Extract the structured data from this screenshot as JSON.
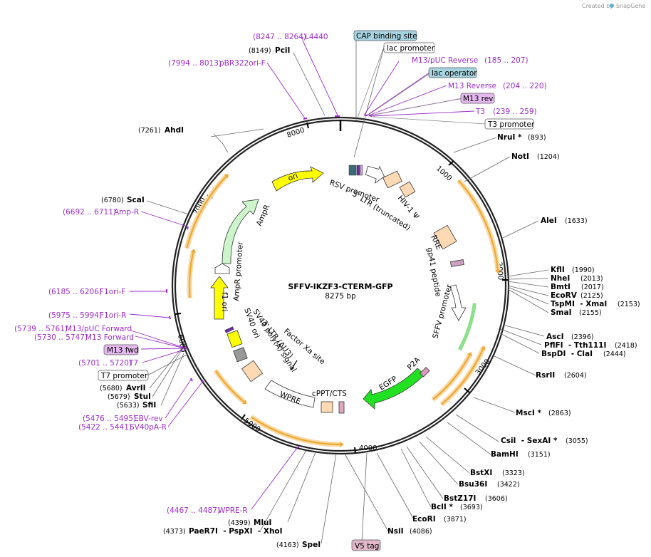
{
  "brand": {
    "created_by": "Created by",
    "app": "SnapGene"
  },
  "plasmid": {
    "name": "SFFV-IKZF3-CTERM-GFP",
    "size": "8275 bp",
    "length": 8275
  },
  "ring_ticks": [
    "1000",
    "2000",
    "3000",
    "4000",
    "5000",
    "6000",
    "7000",
    "8000"
  ],
  "sites": [
    {
      "name": "PciI",
      "pos": "(8149)",
      "bp": 8149
    },
    {
      "name": "NruI *",
      "pos": "(893)",
      "bp": 893
    },
    {
      "name": "NotI",
      "pos": "(1204)",
      "bp": 1204
    },
    {
      "name": "AleI",
      "pos": "(1633)",
      "bp": 1633
    },
    {
      "name": "KflI",
      "pos": "(1990)",
      "bp": 1990
    },
    {
      "name": "NheI",
      "pos": "(2013)",
      "bp": 2013
    },
    {
      "name": "BmtI",
      "pos": "(2017)",
      "bp": 2017
    },
    {
      "name": "EcoRV",
      "pos": "(2125)",
      "bp": 2125
    },
    {
      "name": "TspMI  - XmaI",
      "pos": "(2153)",
      "bp": 2153
    },
    {
      "name": "SmaI",
      "pos": "(2155)",
      "bp": 2155
    },
    {
      "name": "AscI",
      "pos": "(2396)",
      "bp": 2396
    },
    {
      "name": "PflFI  - Tth111I",
      "pos": "(2418)",
      "bp": 2418
    },
    {
      "name": "BspDI  - ClaI",
      "pos": "(2444)",
      "bp": 2444
    },
    {
      "name": "RsrII",
      "pos": "(2604)",
      "bp": 2604
    },
    {
      "name": "MscI *",
      "pos": "(2863)",
      "bp": 2863
    },
    {
      "name": "CsiI  - SexAI *",
      "pos": "(3055)",
      "bp": 3055
    },
    {
      "name": "BamHI",
      "pos": "(3151)",
      "bp": 3151
    },
    {
      "name": "BstXI",
      "pos": "(3323)",
      "bp": 3323
    },
    {
      "name": "Bsu36I",
      "pos": "(3422)",
      "bp": 3422
    },
    {
      "name": "BstZ17I",
      "pos": "(3606)",
      "bp": 3606
    },
    {
      "name": "BclI *",
      "pos": "(3693)",
      "bp": 3693
    },
    {
      "name": "EcoRI",
      "pos": "(3871)",
      "bp": 3871
    },
    {
      "name": "NsiI",
      "pos": "(4086)",
      "bp": 4086
    },
    {
      "name": "SpeI",
      "pos": "(4163)",
      "bp": 4163
    },
    {
      "name": "PaeR7I  - PspXI  - XhoI",
      "pos": "(4373)",
      "bp": 4373
    },
    {
      "name": "MluI",
      "pos": "(4399)",
      "bp": 4399
    },
    {
      "name": "SfiI",
      "pos": "(5633)",
      "bp": 5633
    },
    {
      "name": "StuI",
      "pos": "(5679)",
      "bp": 5679
    },
    {
      "name": "AvrII",
      "pos": "(5680)",
      "bp": 5680
    },
    {
      "name": "ScaI",
      "pos": "(6780)",
      "bp": 6780
    },
    {
      "name": "AhdI",
      "pos": "(7261)",
      "bp": 7261
    }
  ],
  "primers": [
    {
      "name": "L4440",
      "pos": "(8247 .. 8264)"
    },
    {
      "name": "pBR322ori-F",
      "pos": "(7994 .. 8013)"
    },
    {
      "name": "M13/pUC Reverse",
      "pos": "(185 .. 207)"
    },
    {
      "name": "M13 Reverse",
      "pos": "(204 .. 220)"
    },
    {
      "name": "T3",
      "pos": "(239 .. 259)"
    },
    {
      "name": "Amp-R",
      "pos": "(6692 .. 6711)"
    },
    {
      "name": "F1ori-F",
      "pos": "(6185 .. 6206)"
    },
    {
      "name": "F1ori-R",
      "pos": "(5975 .. 5994)"
    },
    {
      "name": "M13/pUC Forward",
      "pos": "(5739 .. 5761)"
    },
    {
      "name": "M13 Forward",
      "pos": "(5730 .. 5747)"
    },
    {
      "name": "T7",
      "pos": "(5701 .. 5720)"
    },
    {
      "name": "EBV-rev",
      "pos": "(5476 .. 5495)"
    },
    {
      "name": "SV40pA-R",
      "pos": "(5422 .. 5441)"
    },
    {
      "name": "WPRE-R",
      "pos": "(4467 .. 4487)"
    }
  ],
  "boxed": {
    "cap_binding_site": "CAP binding site",
    "lac_promoter": "lac promoter",
    "lac_operator": "lac operator",
    "m13_rev": "M13 rev",
    "t3_promoter": "T3 promoter",
    "m13_fwd": "M13 fwd",
    "t7_promoter": "T7 promoter",
    "v5_tag": "V5 tag"
  },
  "features": {
    "ori": "ori",
    "ampr": "AmpR",
    "ampr_promoter": "AmpR promoter",
    "f1_ori": "f1 ori",
    "sv40_ori": "SV40 ori",
    "sv40_polya": "SV40 poly(A) signal",
    "ltr_3": "3' LTR (ΔU3)",
    "factor_xa": "Factor Xa site",
    "wpre": "WPRE",
    "cppt": "cPPT/CTS",
    "egfp": "EGFP",
    "p2a": "P2A",
    "sffv": "SFFV promoter",
    "gp41": "gp41 peptide",
    "rre": "RRE",
    "hiv_psi": "HIV-1 Ψ",
    "ltr_5": "5' LTR (truncated)",
    "rsv": "RSV promoter"
  },
  "colors": {
    "primer": "#9b2bc9",
    "orf": "#f0a830",
    "ori": "#ffff00",
    "ampr": "#ccf5cc",
    "egfp": "#22e022",
    "ltr": "#ffd9b3",
    "boxed_blue": "#a6d3e0",
    "boxed_purple": "#e5b8f0",
    "v5": "#e0b8c8"
  }
}
